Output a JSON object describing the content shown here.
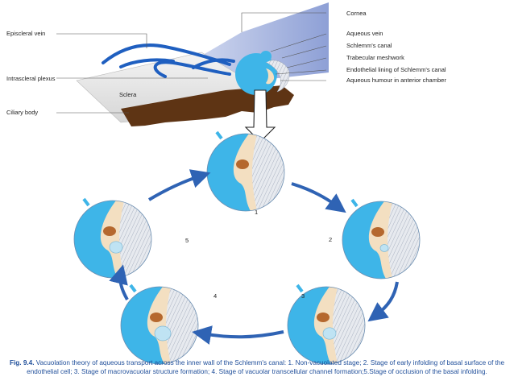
{
  "labels": {
    "cornea": "Cornea",
    "episcleral_vein": "Episcleral vein",
    "aqueous_vein": "Aqueous vein",
    "schlemms_canal": "Schlemm's canal",
    "trabecular_meshwork": "Trabecular meshwork",
    "intrascleral_plexus": "Intrascleral plexus",
    "endothelial_lining": "Endothelial lining of Schlemm's canal",
    "aqueous_humour": "Aqueous humour in anterior chamber",
    "sclera": "Sclera",
    "ciliary_body": "Ciliary body"
  },
  "stages": [
    "1",
    "2",
    "3",
    "4",
    "5"
  ],
  "caption": {
    "figure": "Fig. 9.4.",
    "text": " Vacuolation theory of aqueous transport across the inner wall of the Schlemm's canal: 1. Non-vacuolated stage; 2. Stage of early infolding of basal surface of the endothelial cell; 3. Stage of macrovacuolar structure formation; 4. Stage of vacuolar transcellular channel formation;5.Stage of occlusion of the basal infolding."
  },
  "colors": {
    "canal_blue": "#3eb5e8",
    "vein_blue": "#1f5fc0",
    "arrow_blue": "#2f63b4",
    "trabecular_grey": "#d9dde3",
    "cell_tan": "#f3dfc1",
    "nucleus_brown": "#b5682e",
    "ciliary_brown": "#5e3414",
    "caption_blue": "#1f4e9a"
  }
}
